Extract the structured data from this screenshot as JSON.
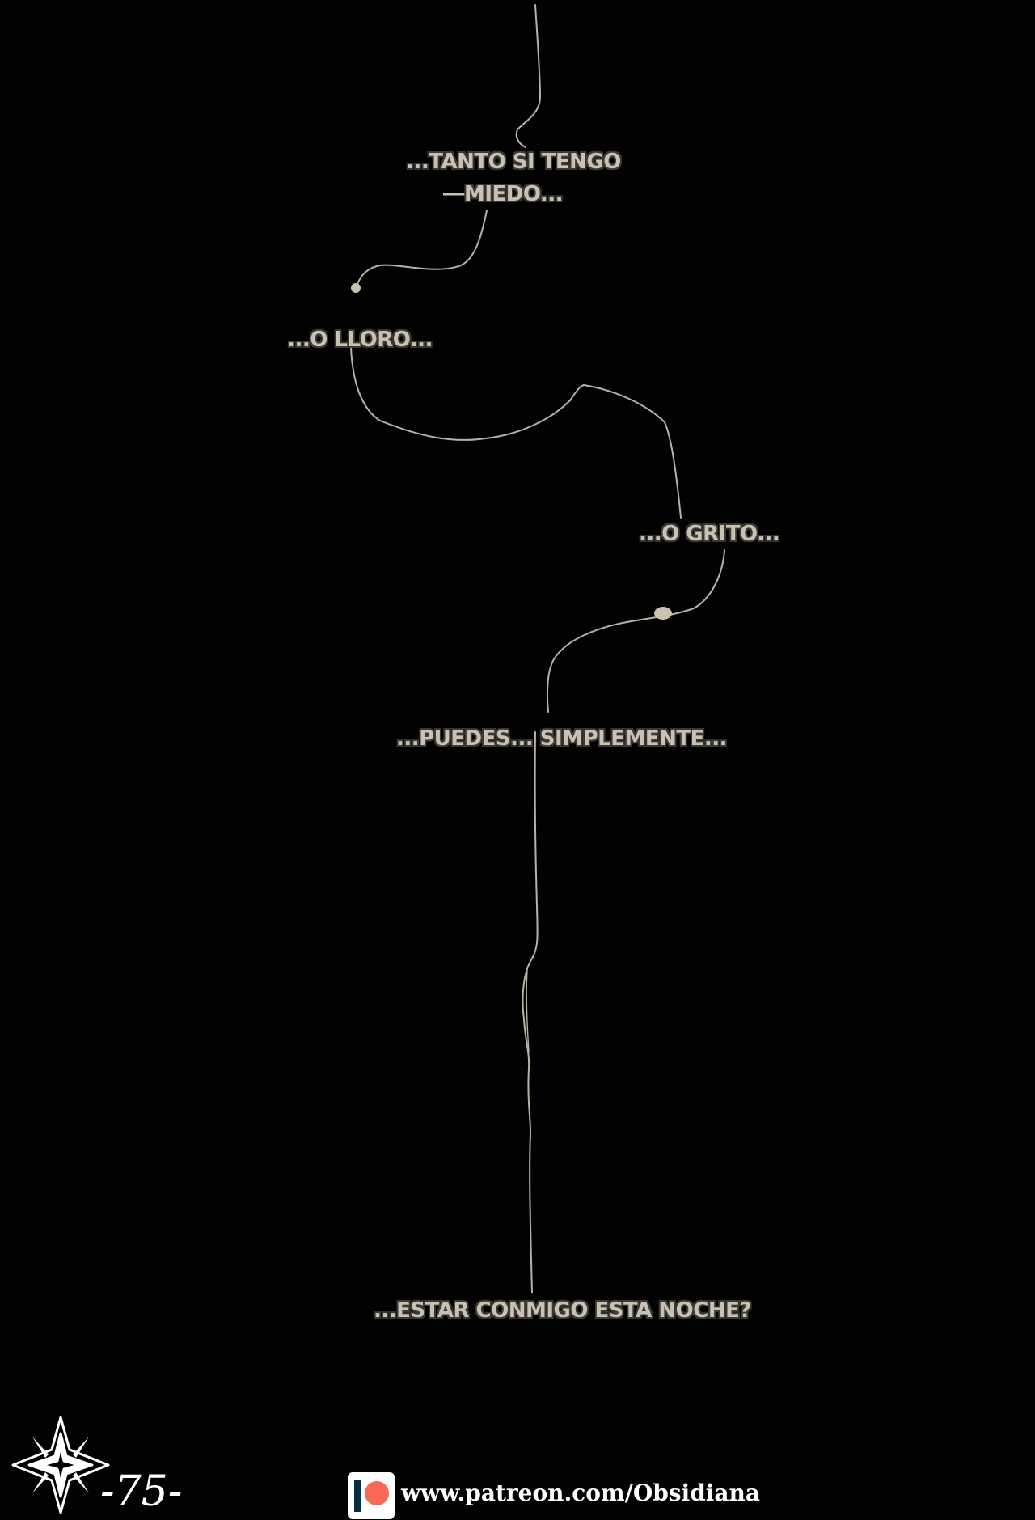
{
  "captions": {
    "line1": "...TANTO SI TENGO",
    "line1b": "MIEDO...",
    "line2": "...O LLORO...",
    "line3": "...O GRITO...",
    "line4": "...PUEDES... SIMPLEMENTE...",
    "line5": "...ESTAR CONMIGO ESTA NOCHE?"
  },
  "footer": {
    "page_number": "-75-",
    "patreon_url": "www.patreon.com/Obsidiana",
    "logo_icon": "ornamental-star-logo-icon",
    "patreon_icon": "patreon-icon"
  },
  "colors": {
    "background": "#020202",
    "text": "#c9c2b2",
    "thread": "#b9b3a6",
    "patreon": "#f96854"
  }
}
